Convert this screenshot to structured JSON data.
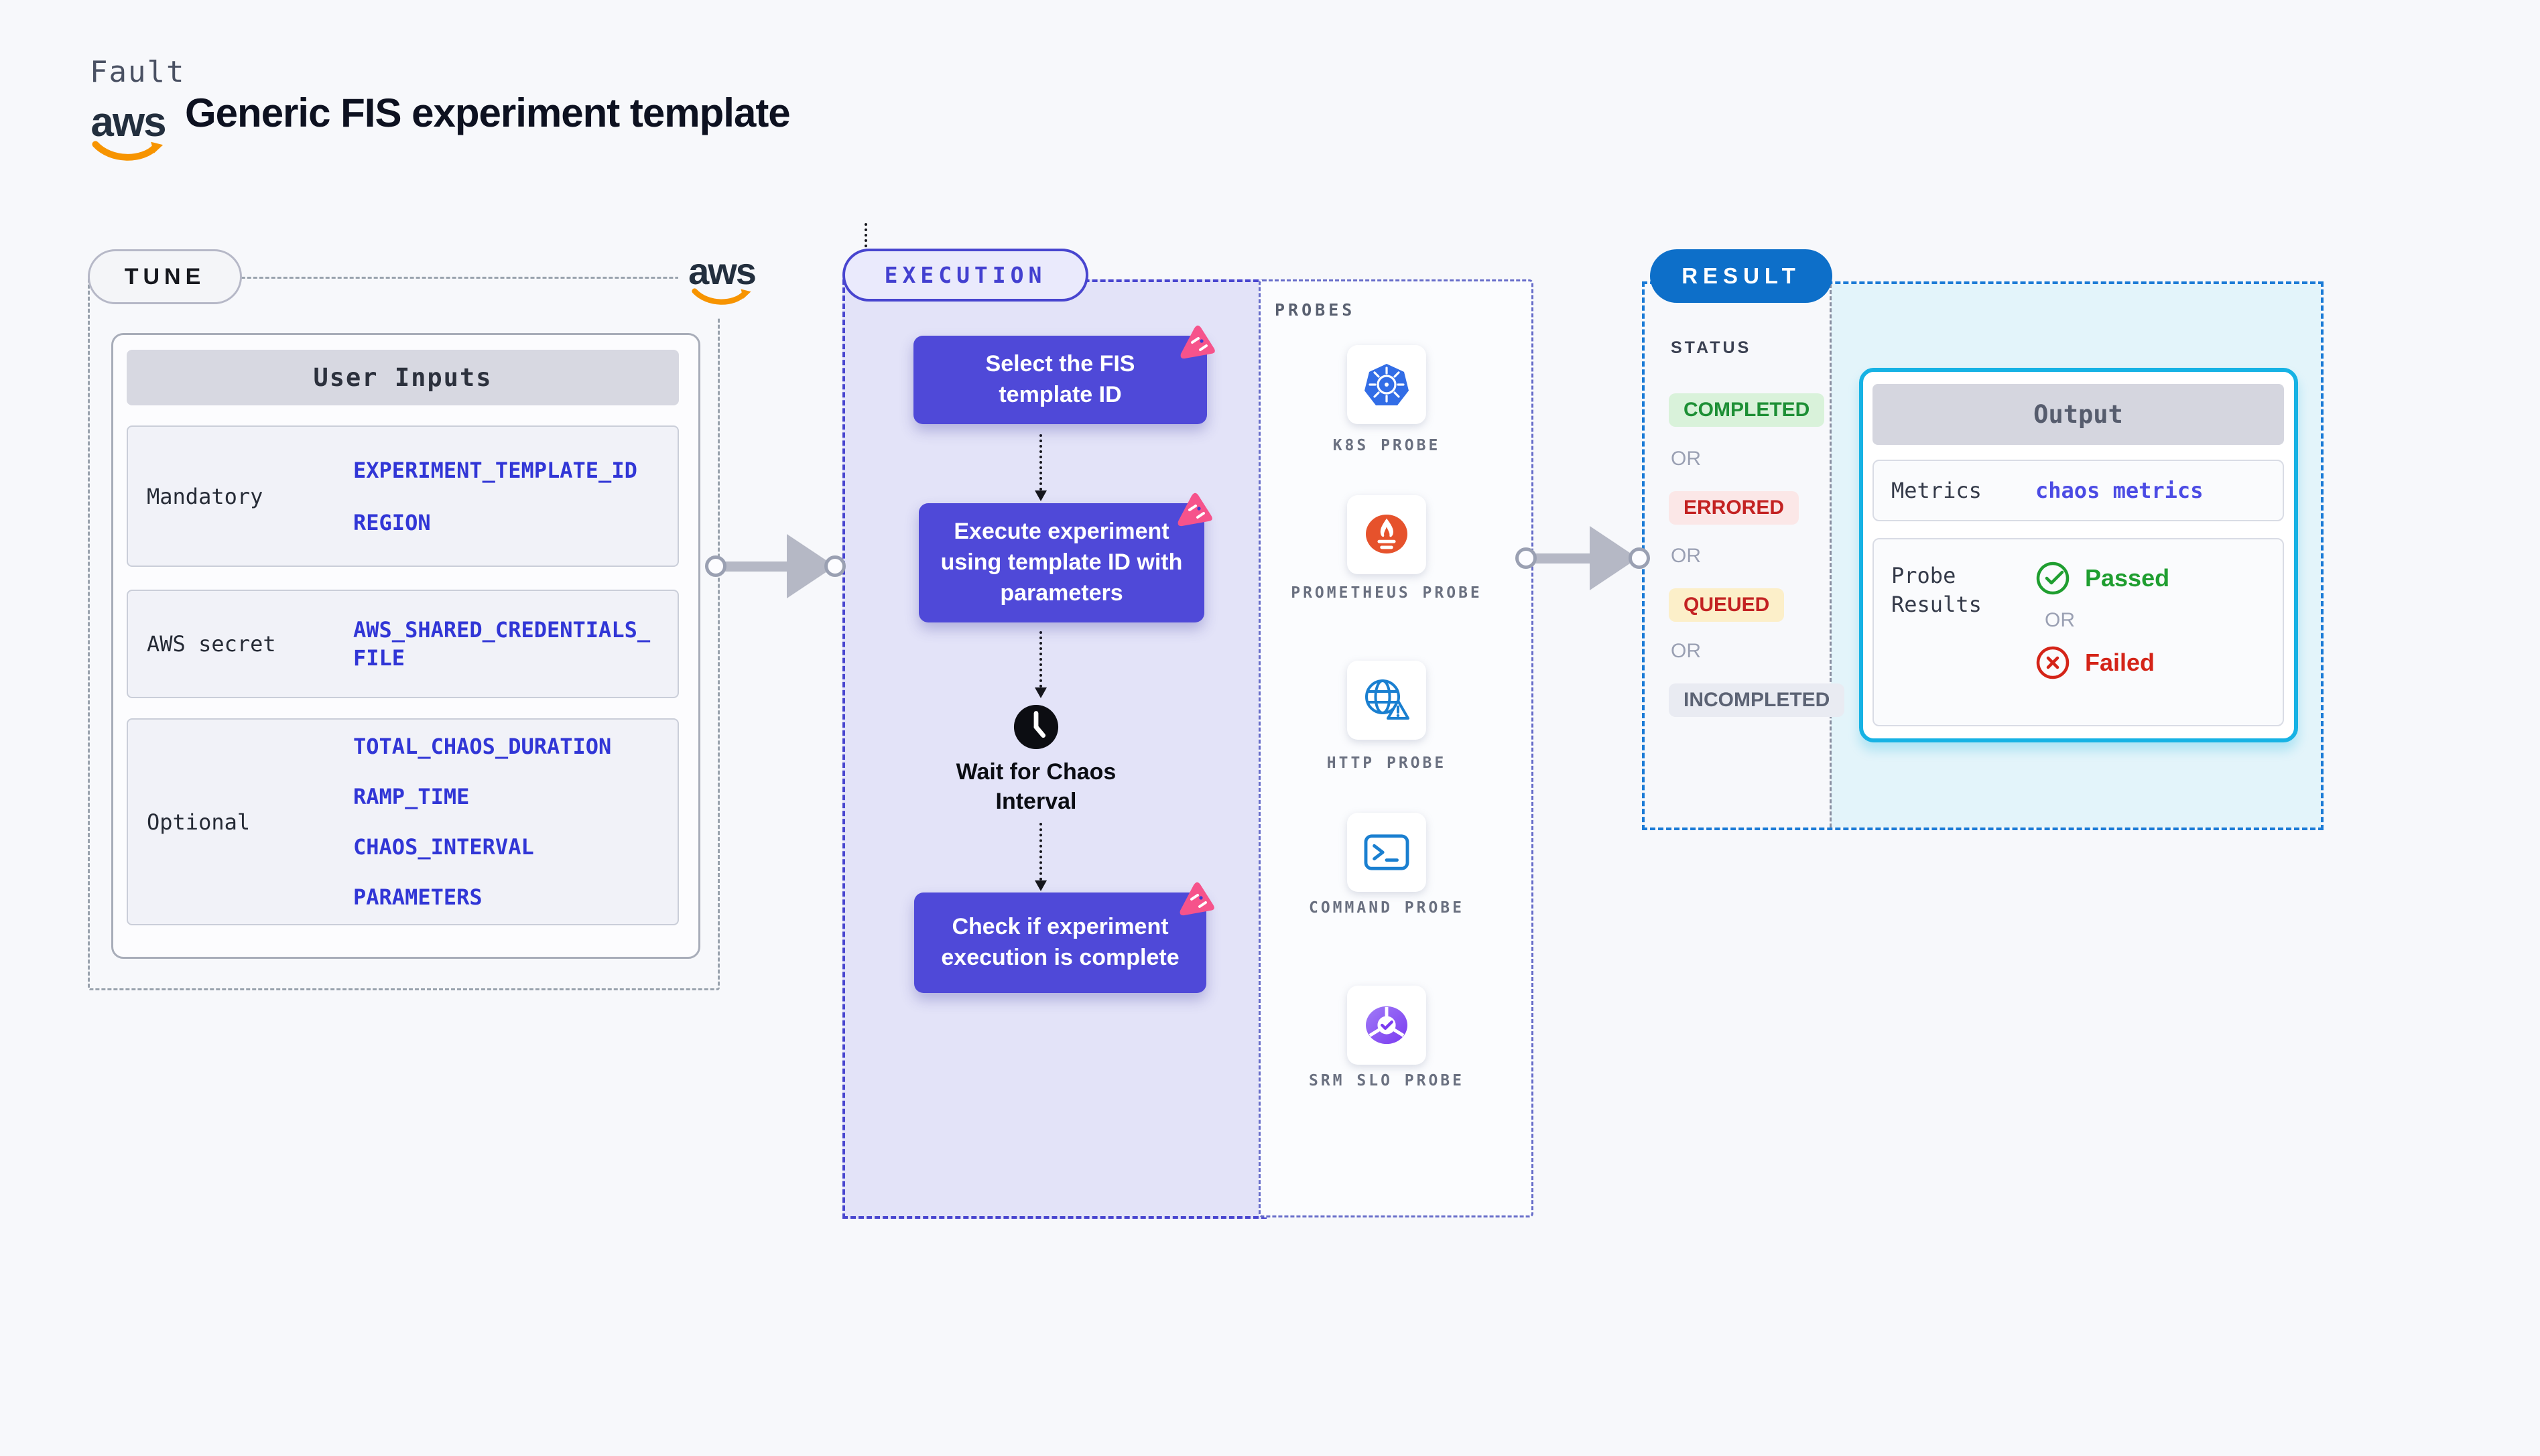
{
  "header": {
    "brand": "Fault",
    "title": "Generic FIS experiment template"
  },
  "aws": {
    "logo_text": "aws"
  },
  "colors": {
    "aws_orange": "#f79400",
    "execution_purple": "#4845cf",
    "flow_box_indigo": "#4f49d8",
    "fault_badge_pink": "#f6538b",
    "result_blue": "#0d6fc9",
    "output_border_cyan": "#16b2e4",
    "value_blue": "#3136d6",
    "status_completed_green": "#1d8f35",
    "status_errored_red": "#c32222",
    "passed_green": "#1f9e30",
    "failed_red": "#d42418",
    "kubernetes_blue": "#326de6",
    "prometheus_orange": "#e6522c",
    "srm_purple": "#7b3bf0"
  },
  "tune": {
    "badge": "TUNE",
    "user_inputs": {
      "header": "User Inputs",
      "rows": [
        {
          "label": "Mandatory",
          "values": [
            "EXPERIMENT_TEMPLATE_ID",
            "REGION"
          ]
        },
        {
          "label": "AWS secret",
          "values": [
            "AWS_SHARED_CREDENTIALS_FILE"
          ]
        },
        {
          "label": "Optional",
          "values": [
            "TOTAL_CHAOS_DURATION",
            "RAMP_TIME",
            "CHAOS_INTERVAL",
            "PARAMETERS"
          ]
        }
      ]
    }
  },
  "execution": {
    "badge": "EXECUTION",
    "steps": [
      "Select the FIS template ID",
      "Execute experiment using template ID with parameters",
      "Check if experiment execution is complete"
    ],
    "wait_step": "Wait for Chaos Interval"
  },
  "probes": {
    "label": "PROBES",
    "items": [
      {
        "icon": "kubernetes-icon",
        "label": "K8S PROBE"
      },
      {
        "icon": "prometheus-icon",
        "label": "PROMETHEUS PROBE"
      },
      {
        "icon": "http-icon",
        "label": "HTTP PROBE"
      },
      {
        "icon": "command-icon",
        "label": "COMMAND PROBE"
      },
      {
        "icon": "srm-slo-icon",
        "label": "SRM SLO PROBE"
      }
    ]
  },
  "result": {
    "badge": "RESULT",
    "status_label": "STATUS",
    "or_label": "OR",
    "statuses": [
      "COMPLETED",
      "ERRORED",
      "QUEUED",
      "INCOMPLETED"
    ],
    "output": {
      "header": "Output",
      "metrics_label": "Metrics",
      "metrics_value": "chaos metrics",
      "probe_results_label": "Probe Results",
      "passed_label": "Passed",
      "failed_label": "Failed"
    }
  }
}
